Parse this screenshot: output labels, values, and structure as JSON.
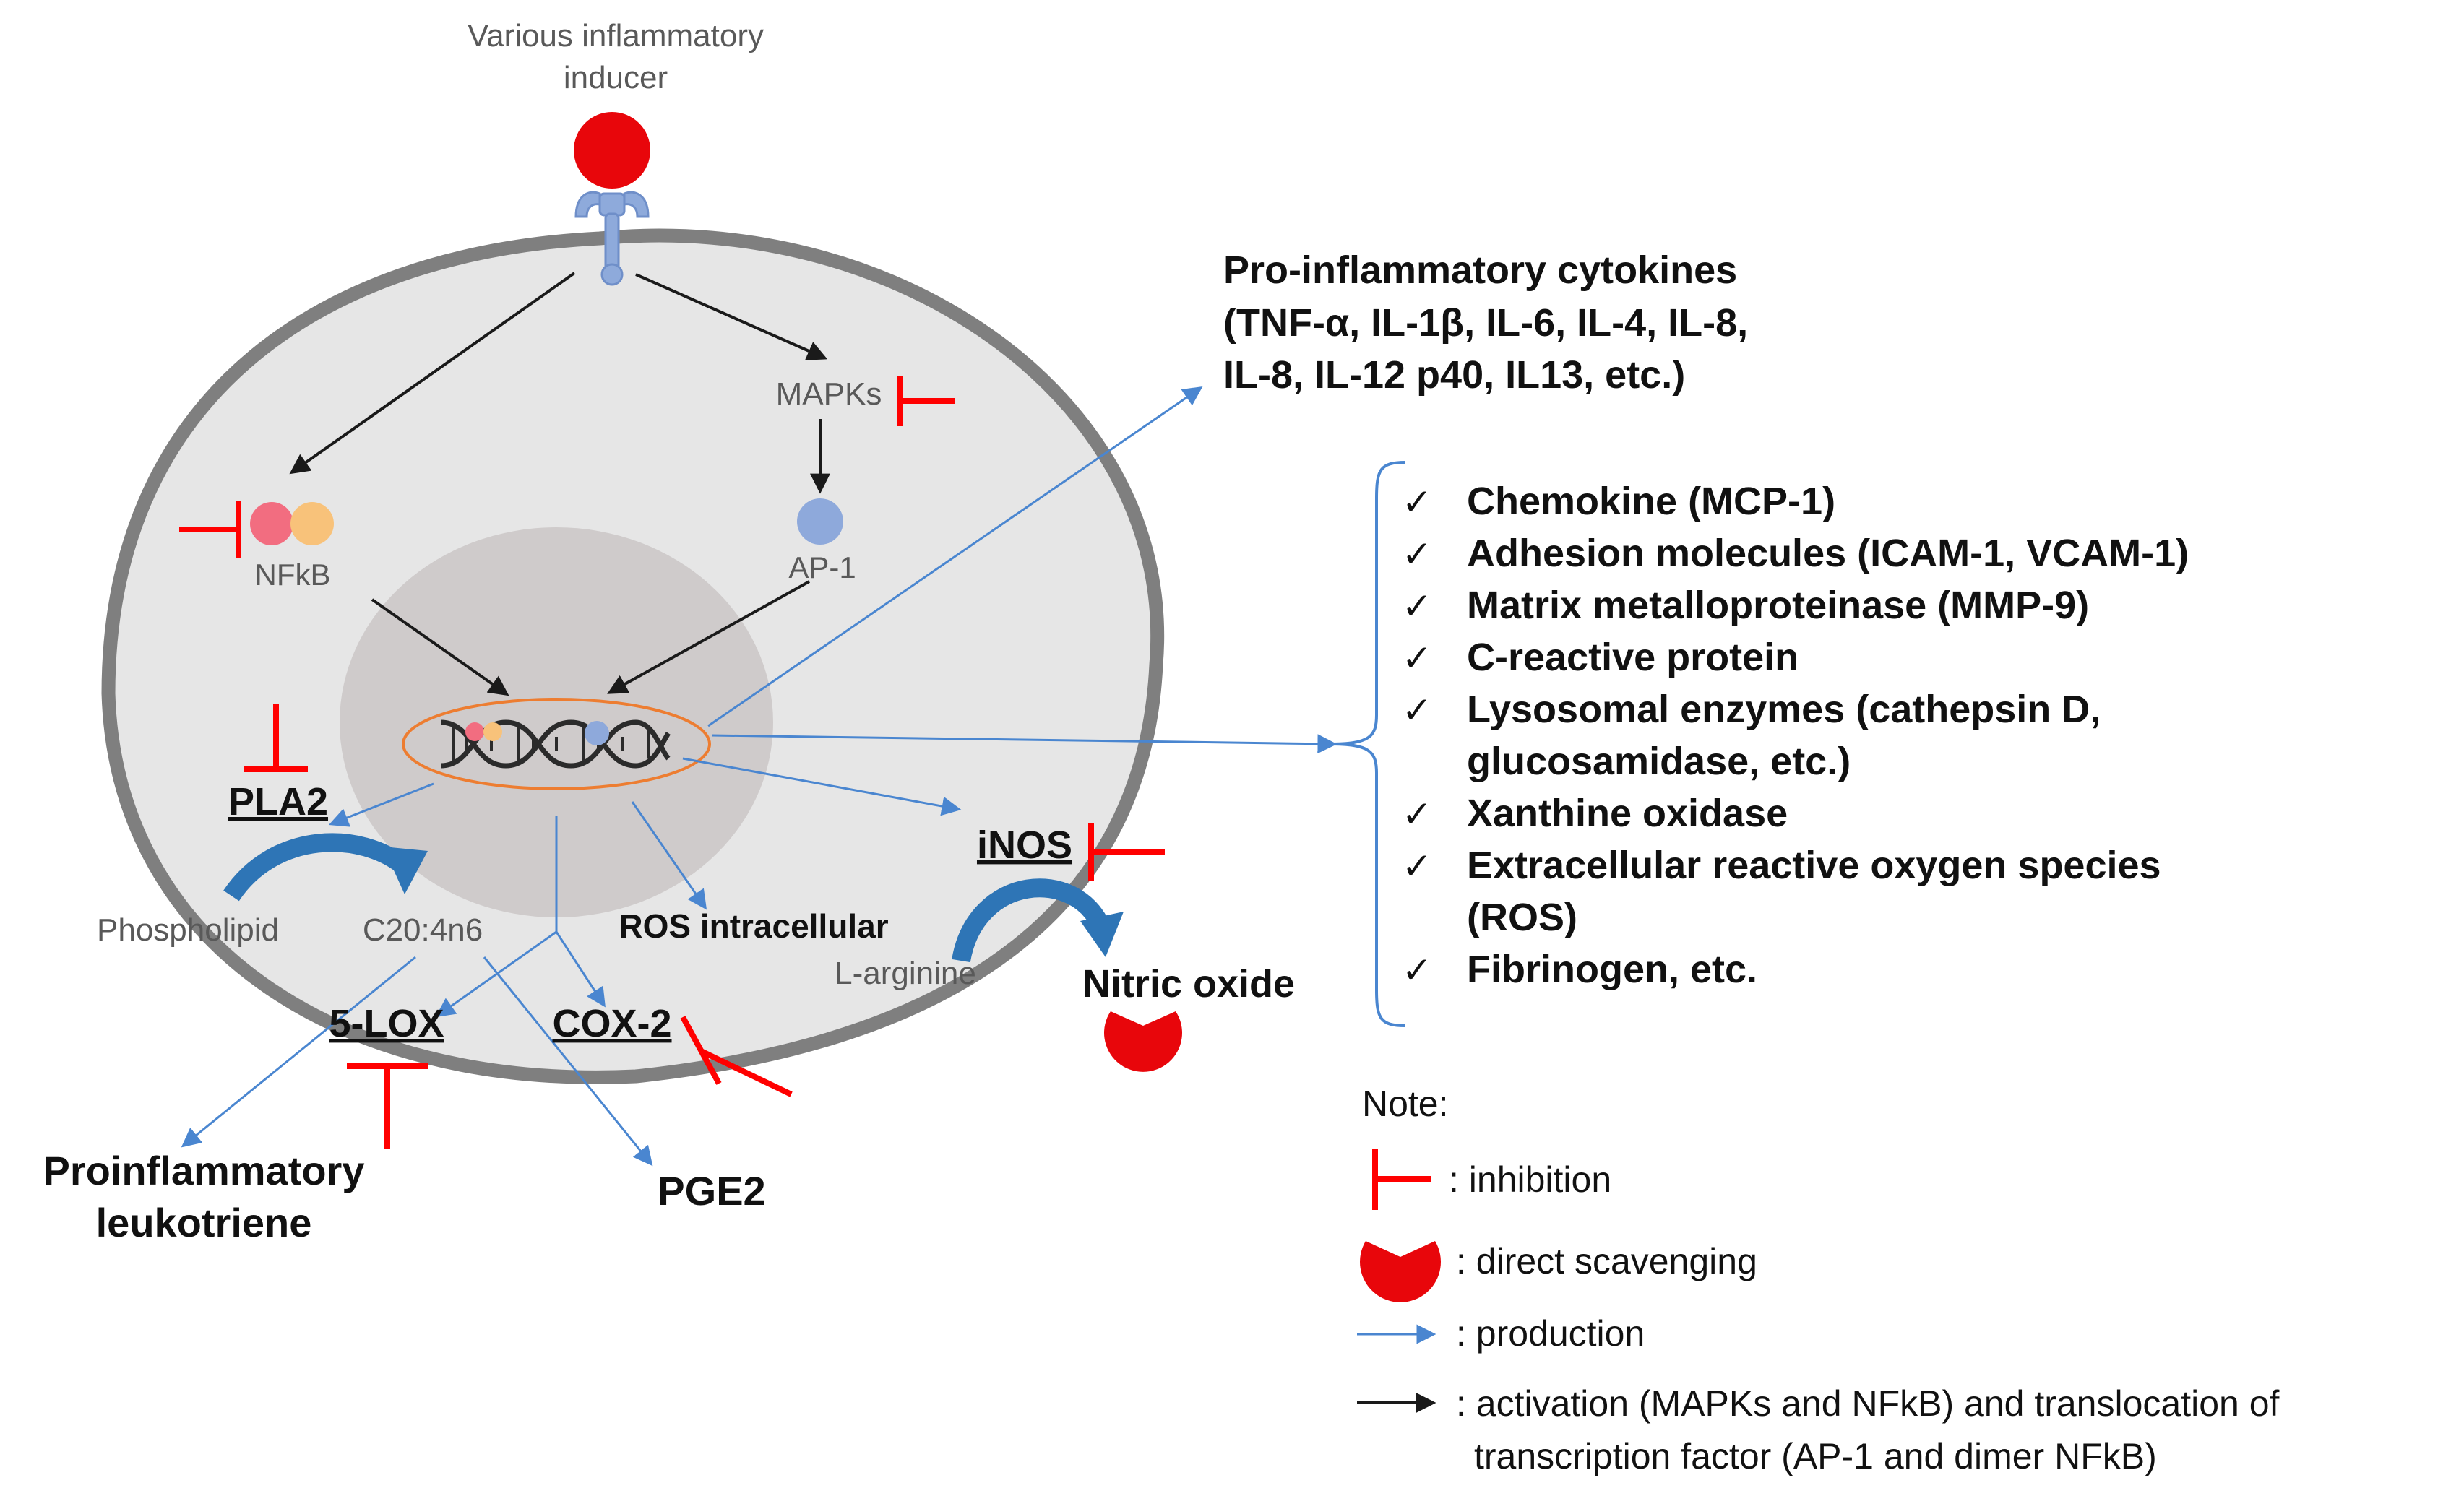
{
  "inducer": {
    "line1": "Various inflammatory",
    "line2": "inducer"
  },
  "signaling": {
    "mapks": "MAPKs",
    "nfkb": "NFkB",
    "ap1": "AP-1"
  },
  "cytokines": {
    "line1": "Pro-inflammatory cytokines",
    "line2": "(TNF-α, IL-1β, IL-6, IL-4, IL-8,",
    "line3": "IL-8, IL-12 p40, IL13, etc.)"
  },
  "mediators": {
    "check_glyph": "✓",
    "items": [
      {
        "lines": [
          "Chemokine (MCP-1)"
        ]
      },
      {
        "lines": [
          "Adhesion molecules (ICAM-1, VCAM-1)"
        ]
      },
      {
        "lines": [
          "Matrix metalloproteinase (MMP-9)"
        ]
      },
      {
        "lines": [
          "C-reactive protein"
        ]
      },
      {
        "lines": [
          "Lysosomal enzymes (cathepsin D,",
          "glucosamidase, etc.)"
        ]
      },
      {
        "lines": [
          "Xanthine oxidase"
        ]
      },
      {
        "lines": [
          "Extracellular reactive oxygen species",
          "(ROS)"
        ]
      },
      {
        "lines": [
          "Fibrinogen, etc."
        ]
      }
    ]
  },
  "enzymes": {
    "pla2": "PLA2",
    "inos": "iNOS",
    "lox5": "5-LOX",
    "cox2": "COX-2"
  },
  "substrates": {
    "phospholipid": "Phospholipid",
    "c20": "C20:4n6",
    "ros_intracellular": "ROS intracellular",
    "l_arginine": "L-arginine",
    "nitric_oxide": "Nitric oxide"
  },
  "products": {
    "leukotriene_line1": "Proinflammatory",
    "leukotriene_line2": "leukotriene",
    "pge2": "PGE2"
  },
  "legend": {
    "title": "Note:",
    "inhibition": ": inhibition",
    "scavenging": ": direct scavenging",
    "production": ": production",
    "activation_line1": ": activation (MAPKs and NFkB) and translocation of",
    "activation_line2": "transcription factor (AP-1 and dimer NFkB)"
  },
  "colors": {
    "inhibition": "#ff0000",
    "production": "#4a86d0",
    "activation": "#1a1a1a",
    "cell_fill": "#e6e6e6",
    "cell_border": "#7f7f7f",
    "nucleus": "#cfcbcb",
    "dna_ring": "#ed7d31",
    "scavenger": "#e8060b",
    "nfkb_pink": "#f26d80",
    "nfkb_orange": "#f8c27a",
    "ap1": "#8ea9db",
    "receptor": "#8eaadb"
  },
  "icons": {
    "inducer": "red-circle-icon",
    "receptor": "receptor-icon",
    "scavenger": "pacman-scavenger-icon",
    "inhibition": "t-bar-inhibition-icon",
    "dna": "dna-helix-icon"
  }
}
